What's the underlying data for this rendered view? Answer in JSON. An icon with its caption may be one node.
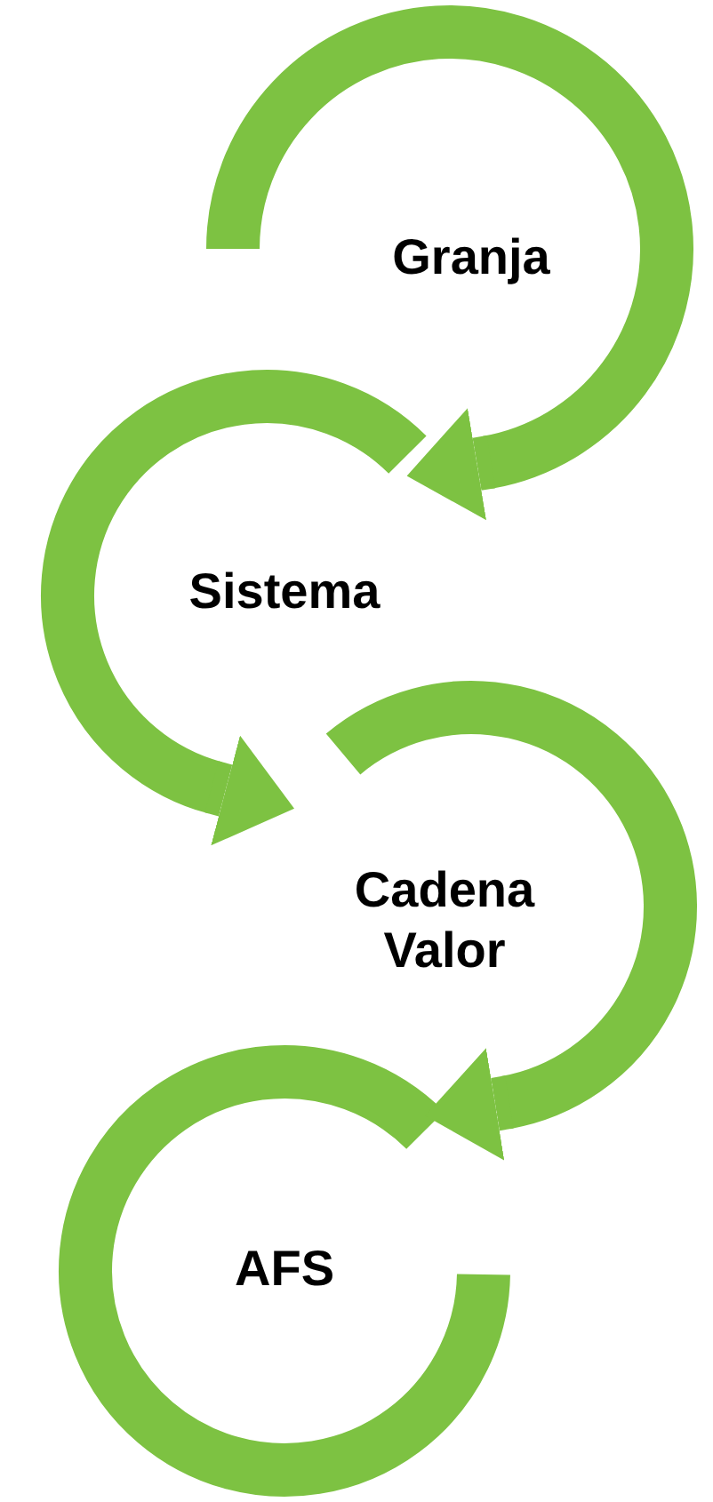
{
  "diagram": {
    "nodes": [
      {
        "text": [
          "Granja"
        ]
      },
      {
        "text": [
          "Sistema"
        ]
      },
      {
        "text": [
          "Cadena Valor"
        ]
      },
      {
        "text": [
          "AFS"
        ]
      }
    ],
    "edges": [
      {
        "from": 0,
        "to": 1,
        "arrow": "to"
      },
      {
        "from": 1,
        "to": 2,
        "arrow": "to"
      },
      {
        "from": 2,
        "to": 3,
        "arrow": "to"
      }
    ]
  }
}
